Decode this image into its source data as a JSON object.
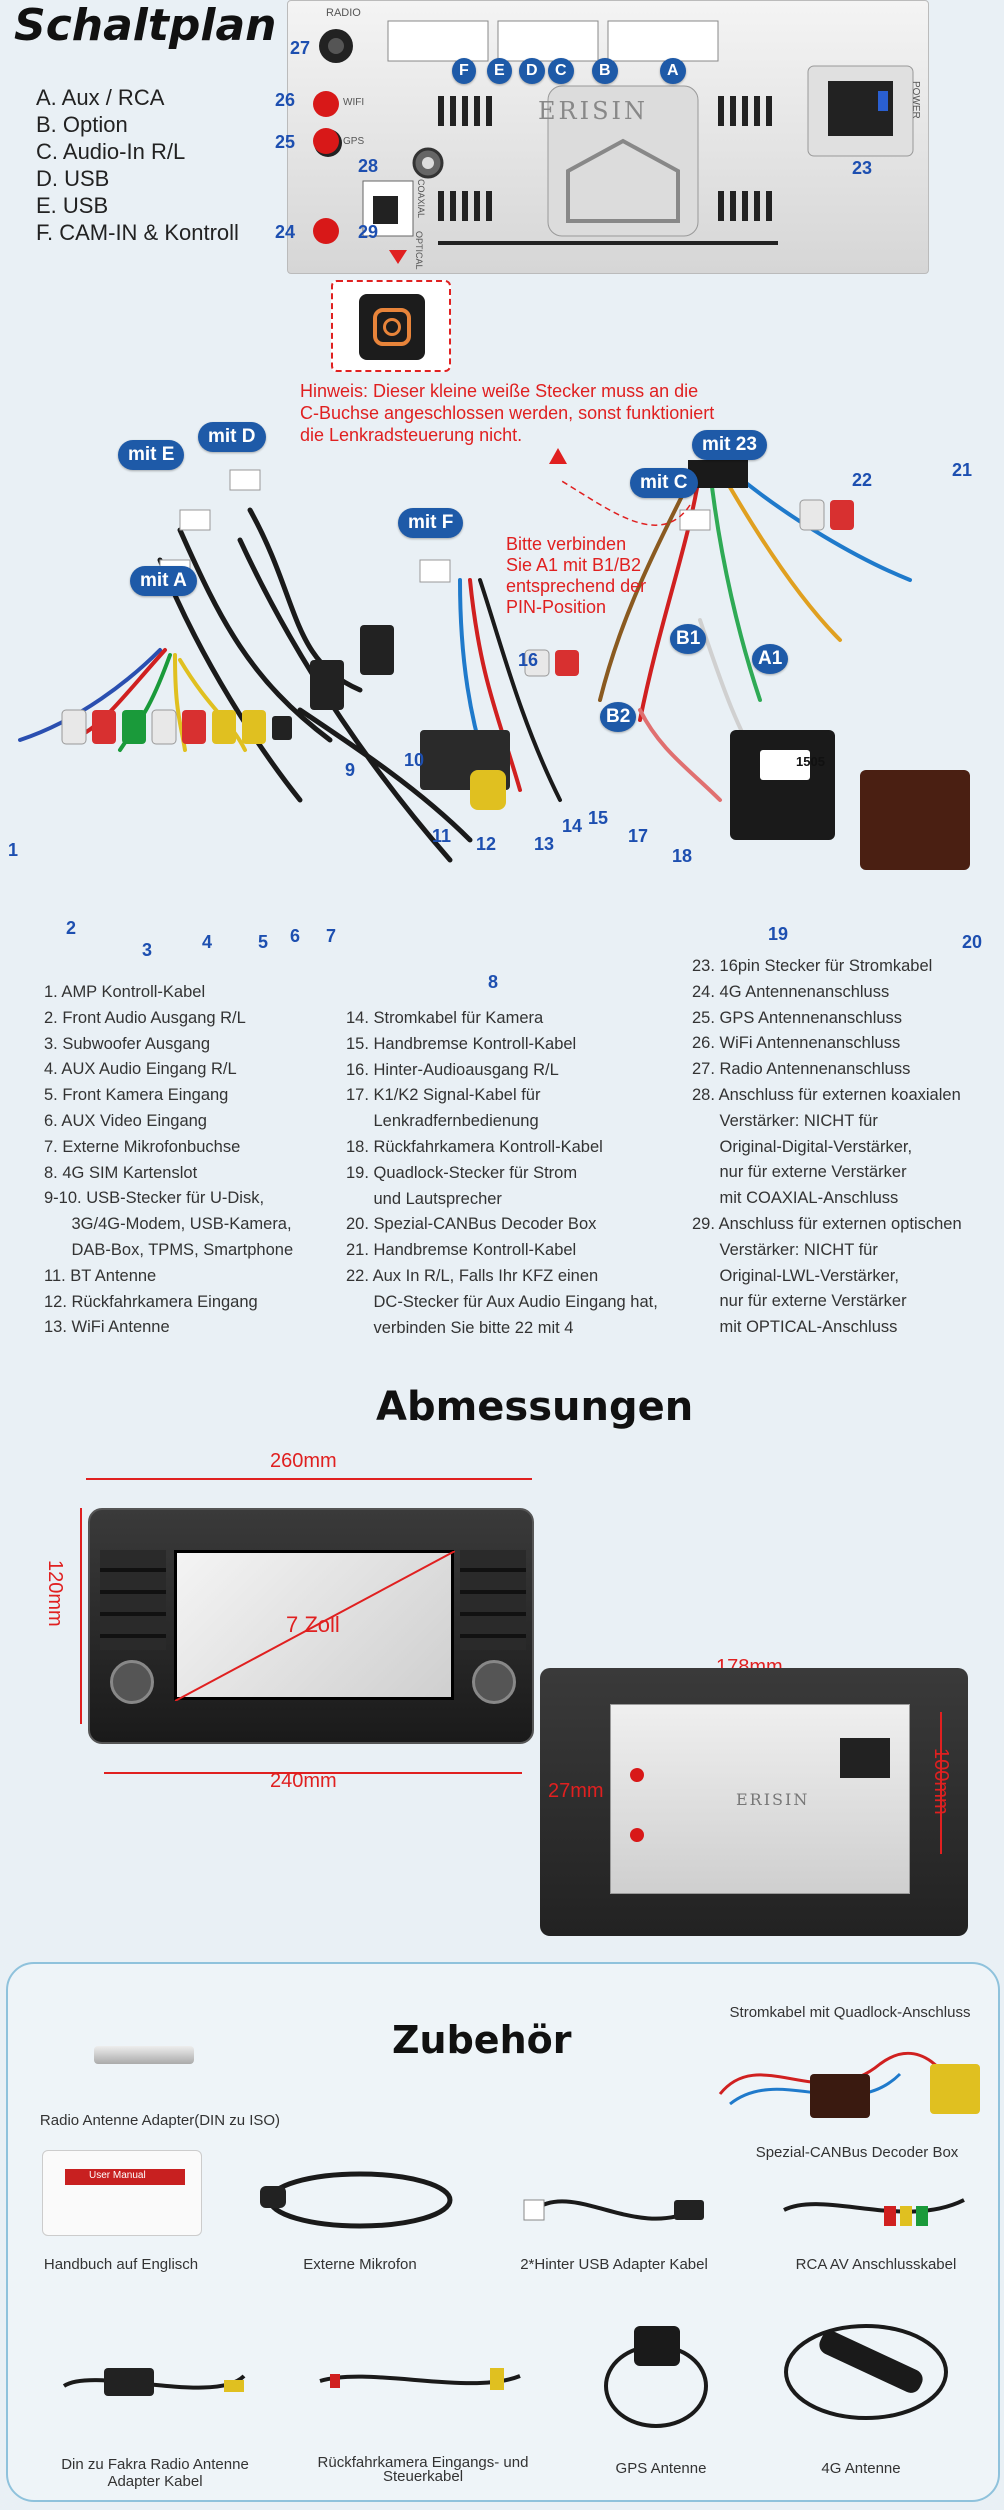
{
  "wiring": {
    "title": "Schaltplan",
    "legend": [
      "A. Aux / RCA",
      "B. Option",
      "C. Audio-In R/L",
      "D. USB",
      "E. USB",
      "F. CAM-IN & Kontroll"
    ],
    "unit_labels": {
      "radio": "RADIO",
      "gps": "GPS",
      "wifi": "WIFI",
      "coaxial": "COAXIAL",
      "optical": "OPTICAL",
      "power": "POWER",
      "brand": "ERISIN"
    },
    "port_letters": [
      "F",
      "E",
      "D",
      "C",
      "B",
      "A"
    ],
    "port_numbers": [
      "27",
      "26",
      "25",
      "24",
      "28",
      "29",
      "23"
    ],
    "hint": [
      "Hinweis: Dieser kleine weiße Stecker muss an die",
      "C-Buchse angeschlossen werden, sonst funktioniert",
      "die Lenkradsteuerung nicht."
    ],
    "connect_note": [
      "Bitte verbinden",
      "Sie A1 mit B1/B2",
      "entsprechend der",
      "PIN-Position"
    ],
    "bubbles": {
      "e": "mit E",
      "d": "mit D",
      "a": "mit A",
      "f": "mit F",
      "c": "mit C",
      "n23": "mit 23",
      "b1": "B1",
      "b2": "B2",
      "a1": "A1"
    },
    "cable_numbers": [
      "1",
      "2",
      "3",
      "4",
      "5",
      "6",
      "7",
      "8",
      "9",
      "10",
      "11",
      "12",
      "13",
      "14",
      "15",
      "16",
      "17",
      "18",
      "19",
      "20",
      "21",
      "22"
    ],
    "decoder_label": "1505"
  },
  "parts_list": {
    "col1": [
      "1. AMP Kontroll-Kabel",
      "2. Front Audio Ausgang R/L",
      "3. Subwoofer Ausgang",
      "4. AUX Audio Eingang R/L",
      "5. Front Kamera Eingang",
      "6. AUX Video Eingang",
      "7. Externe Mikrofonbuchse",
      "8. 4G SIM Kartenslot",
      "9-10. USB-Stecker für U-Disk,",
      "      3G/4G-Modem, USB-Kamera,",
      "      DAB-Box, TPMS, Smartphone",
      "11. BT Antenne",
      "12. Rückfahrkamera Eingang",
      "13. WiFi Antenne"
    ],
    "col2": [
      "14. Stromkabel für Kamera",
      "15. Handbremse Kontroll-Kabel",
      "16. Hinter-Audioausgang R/L",
      "17. K1/K2 Signal-Kabel für",
      "      Lenkradfernbedienung",
      "18. Rückfahrkamera Kontroll-Kabel",
      "19. Quadlock-Stecker für Strom",
      "      und Lautsprecher",
      "20. Spezial-CANBus Decoder Box",
      "21. Handbremse Kontroll-Kabel",
      "22. Aux In R/L, Falls Ihr KFZ einen",
      "      DC-Stecker für Aux Audio Eingang hat,",
      "      verbinden Sie bitte 22 mit 4"
    ],
    "col3": [
      "23. 16pin Stecker für Stromkabel",
      "24. 4G Antennenanschluss",
      "25. GPS Antennenanschluss",
      "26. WiFi Antennenanschluss",
      "27. Radio Antennenanschluss",
      "28. Anschluss für externen koaxialen",
      "      Verstärker: NICHT für",
      "      Original-Digital-Verstärker,",
      "      nur für externe Verstärker",
      "      mit COAXIAL-Anschluss",
      "29. Anschluss für externen optischen",
      "      Verstärker: NICHT für",
      "      Original-LWL-Verstärker,",
      "      nur für externe Verstärker",
      "      mit OPTICAL-Anschluss"
    ]
  },
  "dimensions": {
    "title": "Abmessungen",
    "width_top": "260mm",
    "height_left": "120mm",
    "screen": "7 Zoll",
    "width_bottom": "240mm",
    "back_width": "178mm",
    "back_height": "100mm",
    "back_depth": "27mm",
    "brand": "ERISIN"
  },
  "accessories": {
    "title": "Zubehör",
    "items": {
      "power_cable": "Stromkabel mit Quadlock-Anschluss",
      "antenna_adapter": "Radio Antenne Adapter(DIN zu ISO)",
      "decoder": "Spezial-CANBus Decoder Box",
      "manual": "Handbuch auf Englisch",
      "mic": "Externe Mikrofon",
      "usb": "2*Hinter USB Adapter Kabel",
      "rca": "RCA AV Anschlusskabel",
      "fakra_line1": "Din zu Fakra Radio Antenne",
      "fakra_line2": "Adapter Kabel",
      "camera_line1": "Rückfahrkamera Eingangs- und",
      "camera_line2": "Steuerkabel",
      "gps": "GPS Antenne",
      "lte": "4G Antenne"
    },
    "manual_cover": "User Manual"
  }
}
